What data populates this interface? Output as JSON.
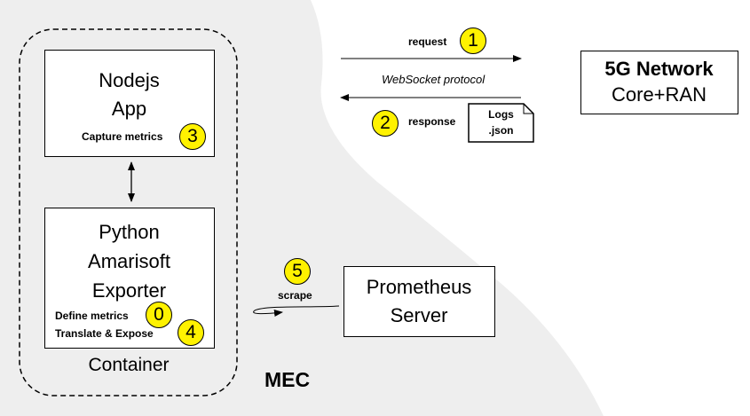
{
  "colors": {
    "mec_region": "#eeeeee",
    "badge": "#fff200",
    "line": "#000000"
  },
  "nodejs_app": {
    "title_line1": "Nodejs",
    "title_line2": "App",
    "note": "Capture metrics",
    "step": "3"
  },
  "python_exporter": {
    "title_line1": "Python",
    "title_line2": "Amarisoft",
    "title_line3": "Exporter",
    "note1": "Define metrics",
    "step1": "0",
    "note2": "Translate & Expose",
    "step2": "4"
  },
  "container_label": "Container",
  "mec_label": "MEC",
  "network": {
    "title": "5G Network",
    "subtitle": "Core+RAN"
  },
  "request": {
    "label": "request",
    "step": "1"
  },
  "protocol_label": "WebSocket protocol",
  "response": {
    "label": "response",
    "step": "2"
  },
  "logs_doc": {
    "line1": "Logs",
    "line2": ".json"
  },
  "prometheus": {
    "title_line1": "Prometheus",
    "title_line2": "Server"
  },
  "scrape": {
    "label": "scrape",
    "step": "5"
  }
}
